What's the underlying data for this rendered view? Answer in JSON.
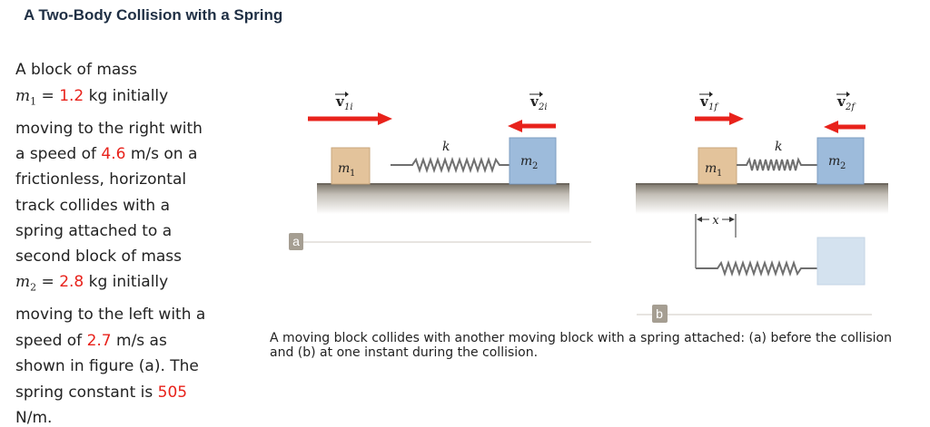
{
  "title": "A Two-Body Collision with a Spring",
  "problem": {
    "l1": "A block of mass",
    "l2_var": "m",
    "l2_sub": "1",
    "l2_eq": " = ",
    "m1_value": "1.2",
    "l2_rest": " kg initially",
    "l3": "moving to the right with",
    "l4_pre": "a speed of ",
    "v1_value": "4.6",
    "l4_post": " m/s on a",
    "l5": "frictionless, horizontal",
    "l6": "track collides with a",
    "l7": "spring attached to a",
    "l8": "second block of mass",
    "l9_var": "m",
    "l9_sub": "2",
    "l9_eq": " = ",
    "m2_value": "2.8",
    "l9_rest": " kg initially",
    "l10": "moving to the left with a",
    "l11_pre": "speed of ",
    "v2_value": "2.7",
    "l11_post": " m/s as",
    "l12": "shown in figure (a). The",
    "l13_pre": "spring constant is ",
    "k_value": "505",
    "l14": "N/m."
  },
  "figure": {
    "label_a": "a",
    "label_b": "b",
    "v1i_base": "v",
    "v1i_sub": "1i",
    "v2i_base": "v",
    "v2i_sub": "2i",
    "v1f_base": "v",
    "v1f_sub": "1f",
    "v2f_base": "v",
    "v2f_sub": "2f",
    "m1_base": "m",
    "m1_sub": "1",
    "m2_base": "m",
    "m2_sub": "2",
    "k": "k",
    "x": "x"
  },
  "caption": "A moving block collides with another moving block with a spring attached: (a) before the collision and (b) at one instant during the collision.",
  "colors": {
    "arrow": "#e8221b",
    "block_m1": "#e3c39b",
    "block_m2": "#9dbbdb",
    "track": "#8a8378",
    "label_box": "#a59e92",
    "ghost_block": "#d4e2ef"
  }
}
